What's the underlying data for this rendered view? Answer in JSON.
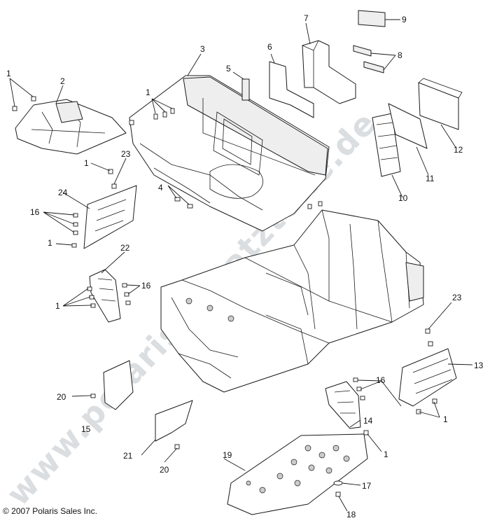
{
  "watermark": "www.polaris-ersatzteile.de",
  "copyright": "© 2007 Polaris Sales Inc.",
  "callouts": [
    "1",
    "2",
    "3",
    "4",
    "5",
    "6",
    "7",
    "8",
    "9",
    "10",
    "11",
    "12",
    "13",
    "14",
    "15",
    "16",
    "17",
    "18",
    "19",
    "20",
    "21",
    "22",
    "23",
    "24"
  ],
  "labels": {
    "c1a": "1",
    "c1b": "1",
    "c1c": "1",
    "c1d": "1",
    "c1e": "1",
    "c1f": "1",
    "c1g": "1",
    "c2": "2",
    "c3": "3",
    "c4": "4",
    "c5": "5",
    "c6": "6",
    "c7": "7",
    "c8": "8",
    "c9": "9",
    "c10": "10",
    "c11": "11",
    "c12": "12",
    "c13": "13",
    "c14": "14",
    "c15": "15",
    "c16a": "16",
    "c16b": "16",
    "c16c": "16",
    "c17": "17",
    "c18": "18",
    "c19": "19",
    "c20a": "20",
    "c20b": "20",
    "c21": "21",
    "c22": "22",
    "c23a": "23",
    "c23b": "23",
    "c24": "24"
  }
}
